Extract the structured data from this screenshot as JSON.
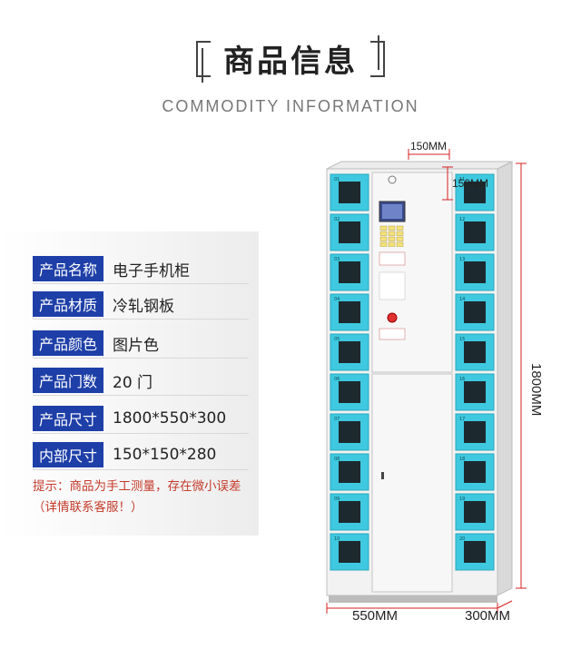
{
  "header": {
    "title": "商品信息",
    "subtitle": "COMMODITY INFORMATION"
  },
  "specs": [
    {
      "label": "产品名称",
      "value": "电子手机柜"
    },
    {
      "label": "产品材质",
      "value": "冷轧钢板"
    },
    {
      "label": "产品颜色",
      "value": "图片色"
    },
    {
      "label": "产品门数",
      "value": "20 门"
    },
    {
      "label": "产品尺寸",
      "value": "1800*550*300"
    },
    {
      "label": "内部尺寸",
      "value": "150*150*280"
    }
  ],
  "note": "提示：商品为手工测量，存在微小误差（详情联系客服！）",
  "dimensions": {
    "door_width": "150MM",
    "door_height": "150MM",
    "height": "1800MM",
    "width": "550MM",
    "depth": "300MM"
  },
  "cabinet": {
    "left_numbers": [
      "01",
      "02",
      "03",
      "04",
      "05",
      "06",
      "07",
      "08",
      "09",
      "10"
    ],
    "right_numbers": [
      "11",
      "12",
      "13",
      "14",
      "15",
      "16",
      "17",
      "18",
      "19",
      "20"
    ],
    "door_color": "#3ec9e0",
    "body_color": "#f0f0f0"
  },
  "colors": {
    "accent": "#1e3fa8",
    "note": "#c43c2c",
    "dim_line": "#d42020"
  }
}
